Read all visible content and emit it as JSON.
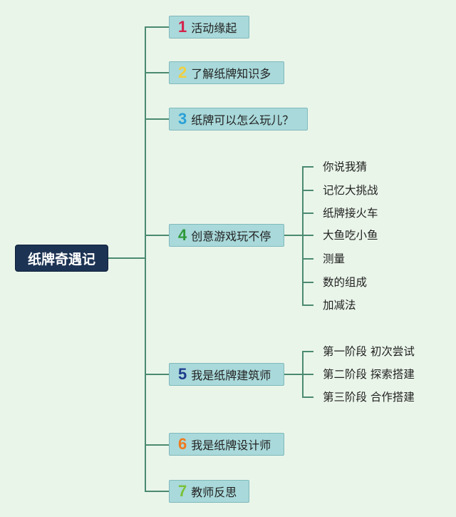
{
  "root": {
    "label": "纸牌奇遇记"
  },
  "colors": {
    "background": "#eaf5ea",
    "root_fill": "#1d3354",
    "branch_fill": "#a9d9da",
    "connector": "#4a8a70"
  },
  "branches": [
    {
      "number": "1",
      "number_color": "#d4214a",
      "label": "活动缘起",
      "children": []
    },
    {
      "number": "2",
      "number_color": "#f0d040",
      "label": "了解纸牌知识多",
      "children": []
    },
    {
      "number": "3",
      "number_color": "#2aa0d8",
      "label": "纸牌可以怎么玩儿？",
      "children": []
    },
    {
      "number": "4",
      "number_color": "#2e9a3a",
      "label": "创意游戏玩不停",
      "children": [
        "你说我猜",
        "记忆大挑战",
        "纸牌接火车",
        "大鱼吃小鱼",
        "测量",
        "数的组成",
        "加减法"
      ]
    },
    {
      "number": "5",
      "number_color": "#1f3c8c",
      "label": "我是纸牌建筑师",
      "children": [
        "第一阶段 初次尝试",
        "第二阶段 探索搭建",
        "第三阶段 合作搭建"
      ]
    },
    {
      "number": "6",
      "number_color": "#f07a1e",
      "label": "我是纸牌设计师",
      "children": []
    },
    {
      "number": "7",
      "number_color": "#7ac23a",
      "label": "教师反思",
      "children": []
    }
  ]
}
